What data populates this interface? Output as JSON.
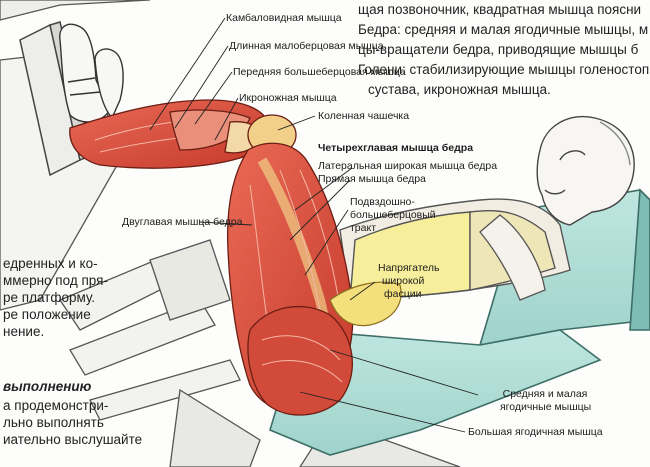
{
  "labels": {
    "soleus": "Камбаловидная мышца",
    "peroneus_longus": "Длинная малоберцовая мышца",
    "tibialis_anterior": "Передняя большеберцовая мышца",
    "gastrocnemius": "Икроножная мышца",
    "patella": "Коленная чашечка",
    "quadriceps": "Четырехглавая мышца бедра",
    "vastus_lateralis": "Латеральная широкая мышца бедра",
    "rectus_femoris": "Прямая мышца бедра",
    "it_tract_1": "Подвздошно-",
    "it_tract_2": "большеберцовый",
    "it_tract_3": "тракт",
    "biceps_femoris": "Двуглавая мышца бедра",
    "tfl_1": "Напрягатель",
    "tfl_2": "широкой",
    "tfl_3": "фасции",
    "glute_med_1": "Средняя и малая",
    "glute_med_2": "ягодичные мышцы",
    "glute_max": "Большая ягодичная мышца"
  },
  "top_text": [
    "щая позвоночник, квадратная мышца поясни",
    "Бедра: средняя и малая ягодичные мышцы, м",
    "цы-вращатели бедра, приводящие мышцы б",
    "Голени: стабилизирующие мышцы голеностоп",
    "сустава, икроножная мышца."
  ],
  "left_text": [
    "едренных и ко-",
    "ммерно под пря-",
    "ре платформу.",
    "ре положение",
    "нение."
  ],
  "bottom_heading": "выполнению",
  "bottom_text": [
    "а продемонстри-",
    "льно выполнять",
    "иательно выслушайте"
  ]
}
